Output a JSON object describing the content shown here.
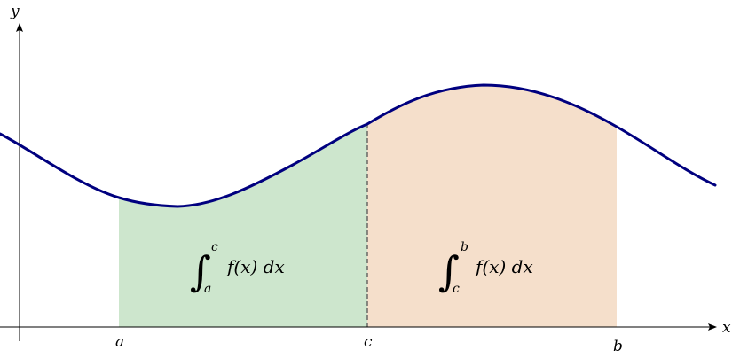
{
  "axes": {
    "x_label": "x",
    "y_label": "y"
  },
  "ticks": {
    "a": "a",
    "c": "c",
    "b": "b"
  },
  "region_left": {
    "integral_sign": "∫",
    "upper": "c",
    "lower": "a",
    "integrand": "f(x) dx",
    "color": "#cde6cd"
  },
  "region_right": {
    "integral_sign": "∫",
    "upper": "b",
    "lower": "c",
    "integrand": "f(x) dx",
    "color": "#f5dfcb"
  },
  "curve_color": "#00007f",
  "divider_color": "#555555"
}
